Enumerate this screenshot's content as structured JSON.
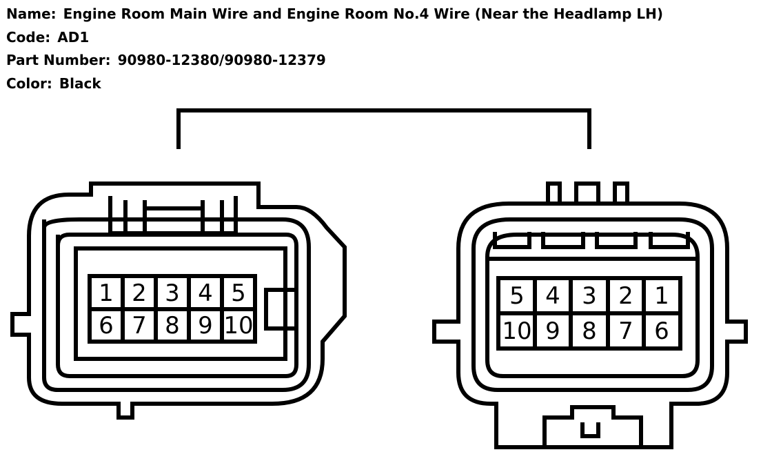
{
  "info": {
    "name_label": "Name:",
    "name_value": "Engine Room Main Wire and Engine Room No.4 Wire (Near the Headlamp LH)",
    "code_label": "Code:",
    "code_value": "AD1",
    "part_label": "Part Number:",
    "part_value": "90980-12380/90980-12379",
    "color_label": "Color:",
    "color_value": "Black"
  },
  "connector_left": {
    "top_row": [
      "1",
      "2",
      "3",
      "4",
      "5"
    ],
    "bottom_row": [
      "6",
      "7",
      "8",
      "9",
      "10"
    ]
  },
  "connector_right": {
    "top_row": [
      "5",
      "4",
      "3",
      "2",
      "1"
    ],
    "bottom_row": [
      "10",
      "9",
      "8",
      "7",
      "6"
    ]
  }
}
